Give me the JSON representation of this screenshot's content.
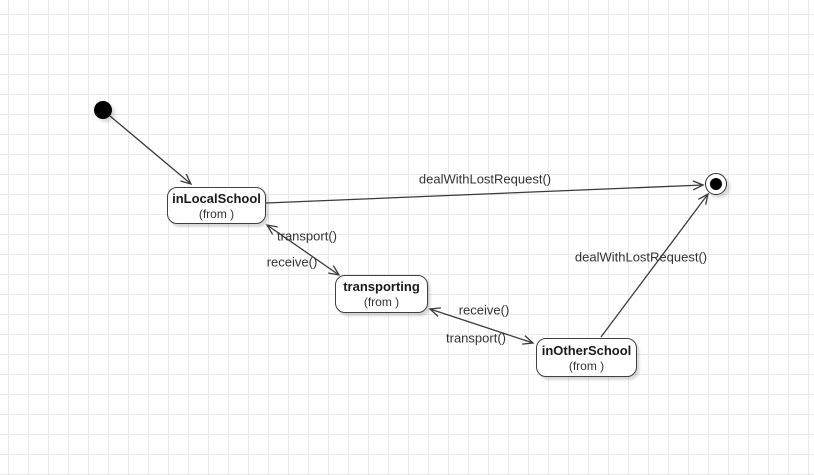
{
  "diagram": {
    "type": "uml-state-diagram",
    "colors": {
      "background": "#ffffff",
      "grid_line": "#e9e9e9",
      "edge_stroke": "#3a3a3a",
      "state_border": "#3f3f3f",
      "state_fill": "#ffffff",
      "text": "#333333"
    },
    "states": {
      "inLocalSchool": {
        "name": "inLocalSchool",
        "from": "(from )"
      },
      "transporting": {
        "name": "transporting",
        "from": "(from )"
      },
      "inOtherSchool": {
        "name": "inOtherSchool",
        "from": "(from )"
      }
    },
    "pseudostates": {
      "initial": "initial-state",
      "final": "final-state"
    },
    "transitions": {
      "local_to_final": {
        "label": "dealWithLostRequest()"
      },
      "transporting_to_local": {
        "label": "transport()"
      },
      "local_to_transporting": {
        "label": "receive()"
      },
      "other_to_transporting": {
        "label": "receive()"
      },
      "transporting_to_other": {
        "label": "transport()"
      },
      "other_to_final": {
        "label": "dealWithLostRequest()"
      }
    }
  }
}
